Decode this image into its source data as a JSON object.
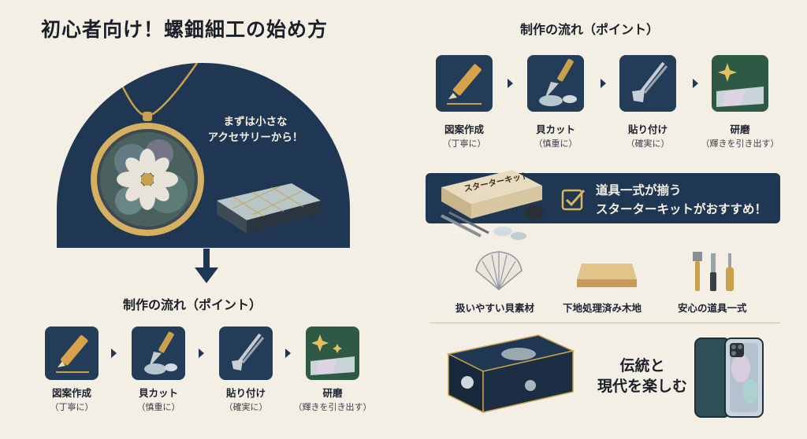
{
  "title": "初心者向け！螺鈿細工の始め方",
  "hero": {
    "bubble_line1": "まずは小さな",
    "bubble_line2": "アクセサリーから！"
  },
  "process_title": "制作の流れ（ポイント）",
  "steps": [
    {
      "label": "図案作成",
      "sub": "（丁寧に）",
      "icon": "pencil-icon"
    },
    {
      "label": "貝カット",
      "sub": "（慎重に）",
      "icon": "knife-icon"
    },
    {
      "label": "貼り付け",
      "sub": "（確実に）",
      "icon": "tweezers-icon"
    },
    {
      "label": "研磨",
      "sub": "（輝きを引き出す）",
      "icon": "sparkle-shell-icon"
    }
  ],
  "kit": {
    "box_label": "スターターキット",
    "line1": "道具一式が揃う",
    "line2": "スターターキットがおすすめ！"
  },
  "materials": [
    {
      "label": "扱いやすい貝素材",
      "icon": "shell-icon"
    },
    {
      "label": "下地処理済み木地",
      "icon": "wood-base-icon"
    },
    {
      "label": "安心の道具一式",
      "icon": "tools-icon"
    }
  ],
  "tradition": {
    "line1": "伝統と",
    "line2": "現代を楽しむ"
  },
  "colors": {
    "navy": "#1f3753",
    "cream": "#f3efe4",
    "gold": "#c9a14a",
    "green_tile": "#2e5a45"
  }
}
